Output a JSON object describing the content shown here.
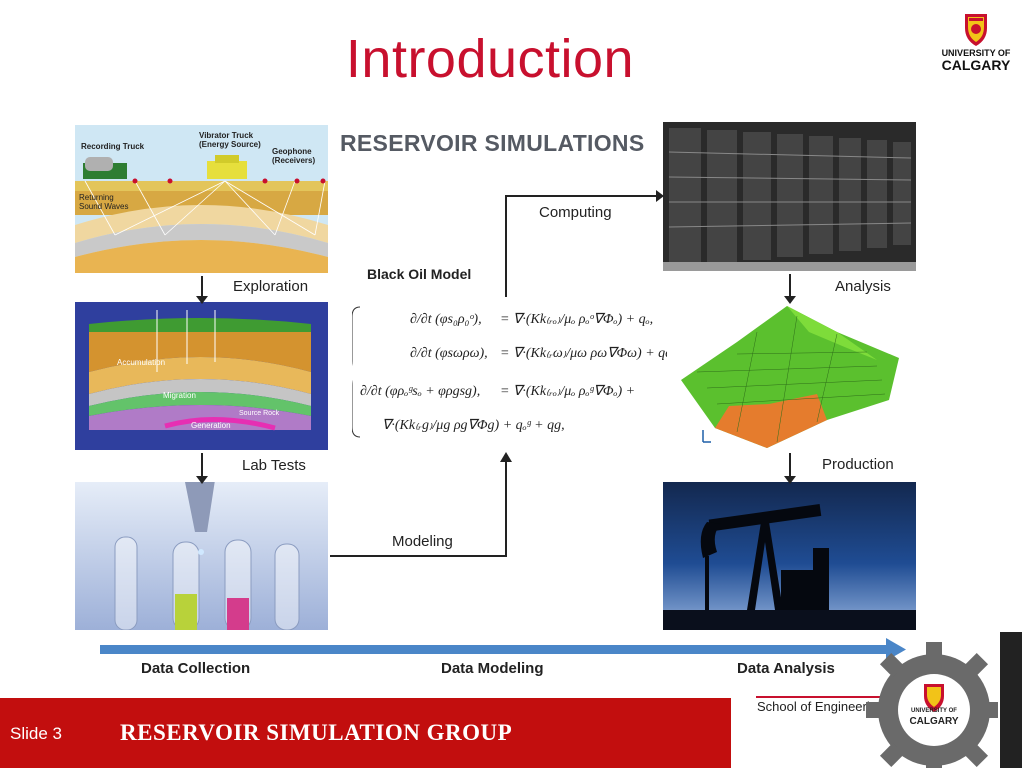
{
  "slide": {
    "title": "Introduction",
    "number_label": "Slide 3",
    "footer_title": "RESERVOIR SIMULATION GROUP",
    "school": "School of Engineering"
  },
  "logo": {
    "line1": "UNIVERSITY OF",
    "line2": "CALGARY"
  },
  "gear_logo": {
    "line1": "UNIVERSITY OF",
    "line2": "CALGARY"
  },
  "diagram": {
    "title": "RESERVOIR SIMULATIONS",
    "seismic": {
      "recording_truck": "Recording Truck",
      "vibrator_truck_1": "Vibrator Truck",
      "vibrator_truck_2": "(Energy Source)",
      "geophone_1": "Geophone",
      "geophone_2": "(Receivers)",
      "returning_1": "Returning",
      "returning_2": "Sound Waves"
    },
    "reservoir": {
      "accumulation": "Accumulation",
      "migration": "Migration",
      "generation": "Generation",
      "source_rock": "Source Rock"
    },
    "labels": {
      "exploration": "Exploration",
      "lab_tests": "Lab Tests",
      "modeling": "Modeling",
      "black_oil_model": "Black Oil Model",
      "computing": "Computing",
      "analysis": "Analysis",
      "production": "Production"
    },
    "phases": [
      "Data Collection",
      "Data Modeling",
      "Data Analysis"
    ]
  },
  "colors": {
    "accent": "#c8102e",
    "footer": "#c20e0e",
    "timeline": "#4a86c8"
  }
}
